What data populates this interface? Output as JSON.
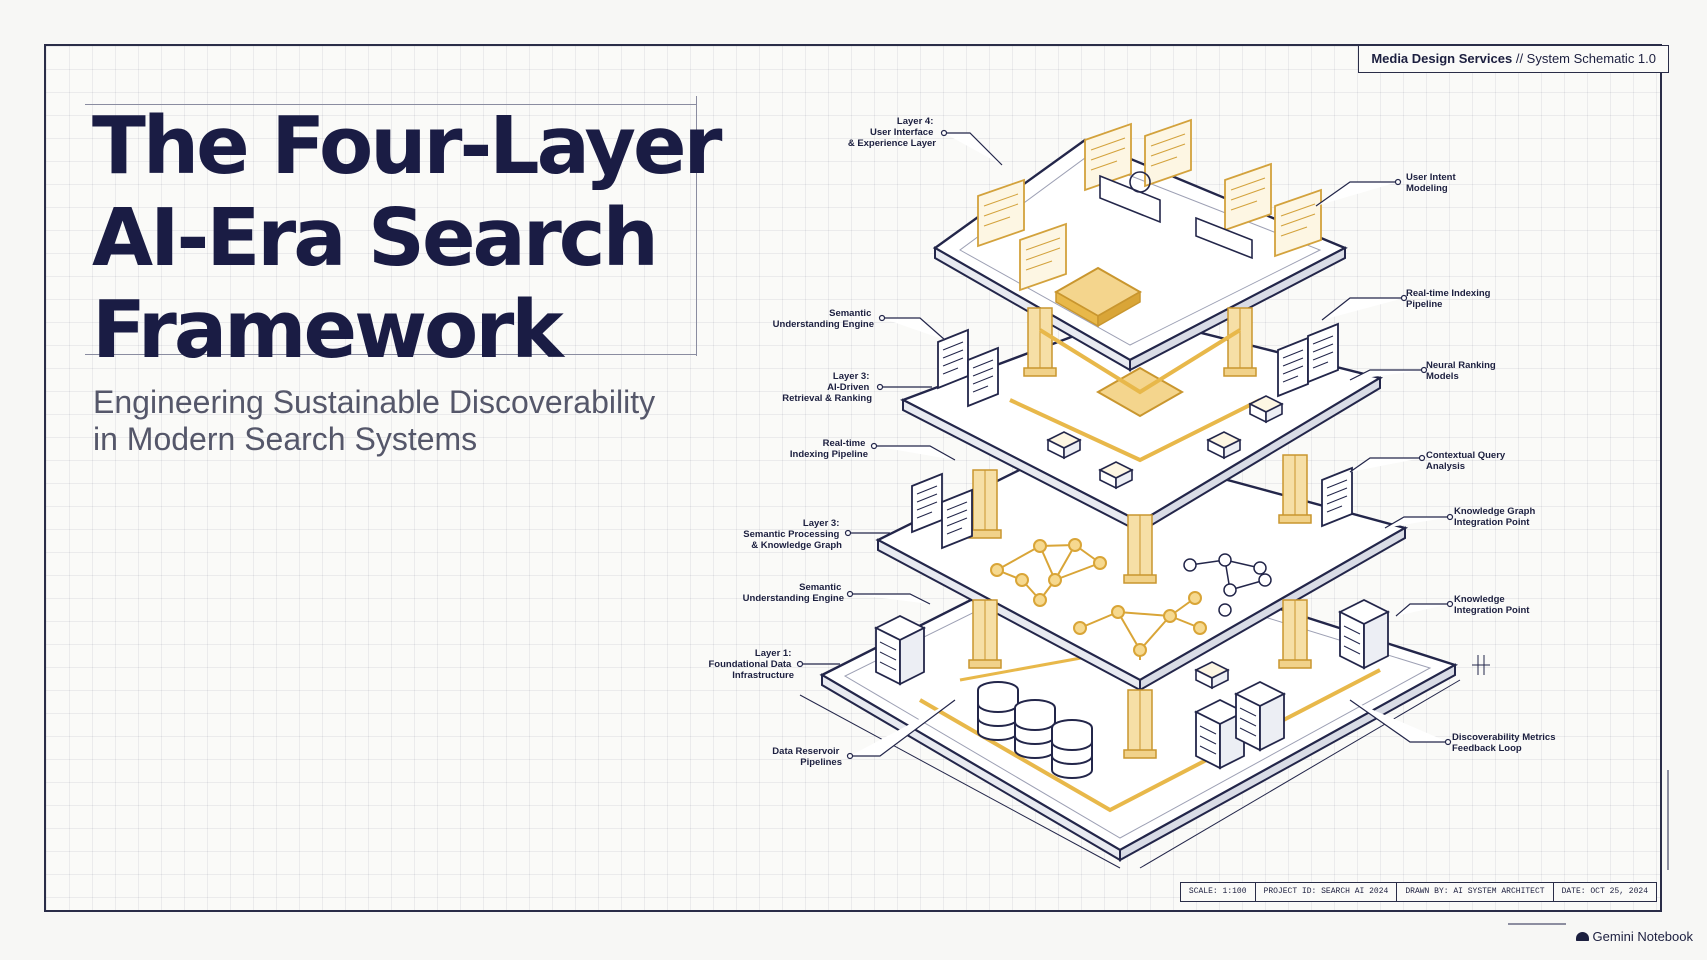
{
  "header": {
    "org": "Media Design Services",
    "separator": " // ",
    "doc": "System Schematic 1.0"
  },
  "title_lines": [
    "The Four-Layer",
    "AI-Era Search",
    "Framework"
  ],
  "subtitle_lines": [
    "Engineering Sustainable Discoverability",
    "in Modern Search Systems"
  ],
  "labels": {
    "l4": [
      "Layer 4:",
      "User Interface",
      "& Experience Layer"
    ],
    "user_intent": [
      "User Intent",
      "Modeling"
    ],
    "realtime": [
      "Real-time Indexing",
      "Pipeline"
    ],
    "semantic_engine_top": [
      "Semantic",
      "Understanding Engine"
    ],
    "neural": [
      "Neural Ranking",
      "Models"
    ],
    "l3a": [
      "Layer 3:",
      "AI-Driven",
      "Retrieval & Ranking"
    ],
    "realtime_idx": [
      "Real-time",
      "Indexing Pipeline"
    ],
    "contextual": [
      "Contextual Query",
      "Analysis"
    ],
    "l3b": [
      "Layer 3:",
      "Semantic Processing",
      "& Knowledge Graph"
    ],
    "kg_point": [
      "Knowledge Graph",
      "Integration Point"
    ],
    "semantic_engine_low": [
      "Semantic",
      "Understanding Engine"
    ],
    "k_point": [
      "Knowledge",
      "Integration Point"
    ],
    "l1": [
      "Layer 1:",
      "Foundational Data",
      "Infrastructure"
    ],
    "data_reservoir": [
      "Data Reservoir",
      "Pipelines"
    ],
    "metrics": [
      "Discoverability Metrics",
      "Feedback Loop"
    ]
  },
  "title_block": [
    "SCALE: 1:100",
    "PROJECT ID: SEARCH AI 2024",
    "DRAWN BY: AI SYSTEM ARCHITECT",
    "DATE: OCT 25, 2024"
  ],
  "brand": "Gemini Notebook",
  "colors": {
    "ink": "#1c1f3f",
    "gold": "#e8b84a",
    "paper": "#fafaf8"
  }
}
